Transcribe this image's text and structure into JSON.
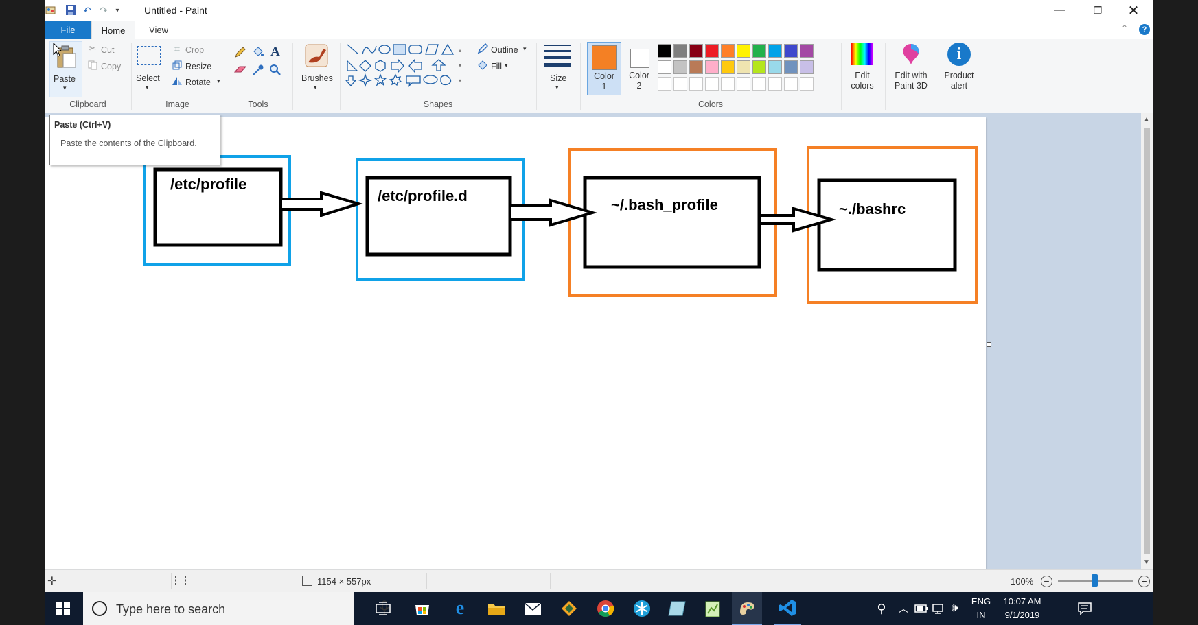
{
  "title_bar": {
    "title": "Untitled - Paint"
  },
  "tabs": {
    "file": "File",
    "home": "Home",
    "view": "View"
  },
  "clipboard": {
    "paste": "Paste",
    "cut": "Cut",
    "copy": "Copy",
    "group": "Clipboard"
  },
  "image": {
    "select": "Select",
    "crop": "Crop",
    "resize": "Resize",
    "rotate": "Rotate",
    "group": "Image"
  },
  "tools": {
    "group": "Tools"
  },
  "brushes": {
    "label": "Brushes"
  },
  "shapes": {
    "outline": "Outline",
    "fill": "Fill",
    "group": "Shapes"
  },
  "size": {
    "label": "Size"
  },
  "colors": {
    "color1_line1": "Color",
    "color1_line2": "1",
    "color2_line1": "Color",
    "color2_line2": "2",
    "group": "Colors",
    "color1_value": "#f48024",
    "palette_row1": [
      "#000000",
      "#7f7f7f",
      "#880015",
      "#ed1c24",
      "#ff7f27",
      "#fff200",
      "#22b14c",
      "#00a2e8",
      "#3f48cc",
      "#a349a4"
    ],
    "palette_row2": [
      "#ffffff",
      "#c3c3c3",
      "#b97a57",
      "#ffaec9",
      "#ffc90e",
      "#efe4b0",
      "#b5e61d",
      "#99d9ea",
      "#7092be",
      "#c8bfe7"
    ]
  },
  "edit_colors": {
    "line1": "Edit",
    "line2": "colors"
  },
  "paint3d": {
    "line1": "Edit with",
    "line2": "Paint 3D"
  },
  "product_alert": {
    "line1": "Product",
    "line2": "alert"
  },
  "tooltip": {
    "title": "Paste (Ctrl+V)",
    "body": "Paste the contents of the Clipboard."
  },
  "diagram": {
    "boxes": [
      {
        "label": "/etc/profile",
        "frame_color": "#10a2e8"
      },
      {
        "label": "/etc/profile.d",
        "frame_color": "#10a2e8"
      },
      {
        "label": "~/.bash_profile",
        "frame_color": "#f58025"
      },
      {
        "label": "~./bashrc",
        "frame_color": "#f58025"
      }
    ]
  },
  "status_bar": {
    "dimensions": "1154 × 557px",
    "zoom": "100%"
  },
  "taskbar": {
    "search_placeholder": "Type here to search",
    "lang_line1": "ENG",
    "lang_line2": "IN",
    "time": "10:07 AM",
    "date": "9/1/2019"
  }
}
